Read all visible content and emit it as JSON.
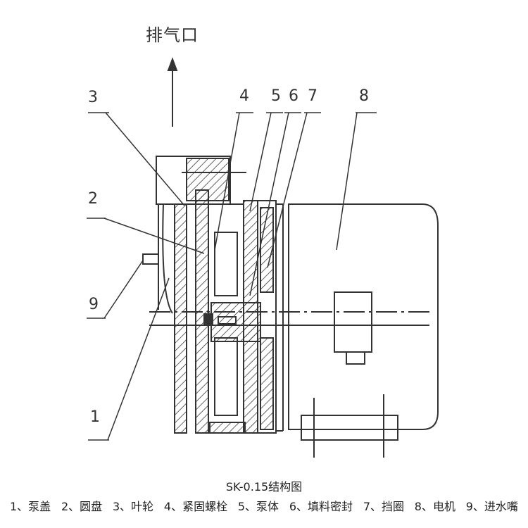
{
  "exhaust_label": "排气口",
  "callouts": [
    "1",
    "2",
    "3",
    "4",
    "5",
    "6",
    "7",
    "8",
    "9"
  ],
  "caption": "SK-0.15结构图",
  "legend": [
    "1、泵盖",
    "2、圆盘",
    "3、叶轮",
    "4、紧固螺栓",
    "5、泵体",
    "6、填料密封",
    "7、挡圈",
    "8、电机",
    "9、进水嘴"
  ]
}
